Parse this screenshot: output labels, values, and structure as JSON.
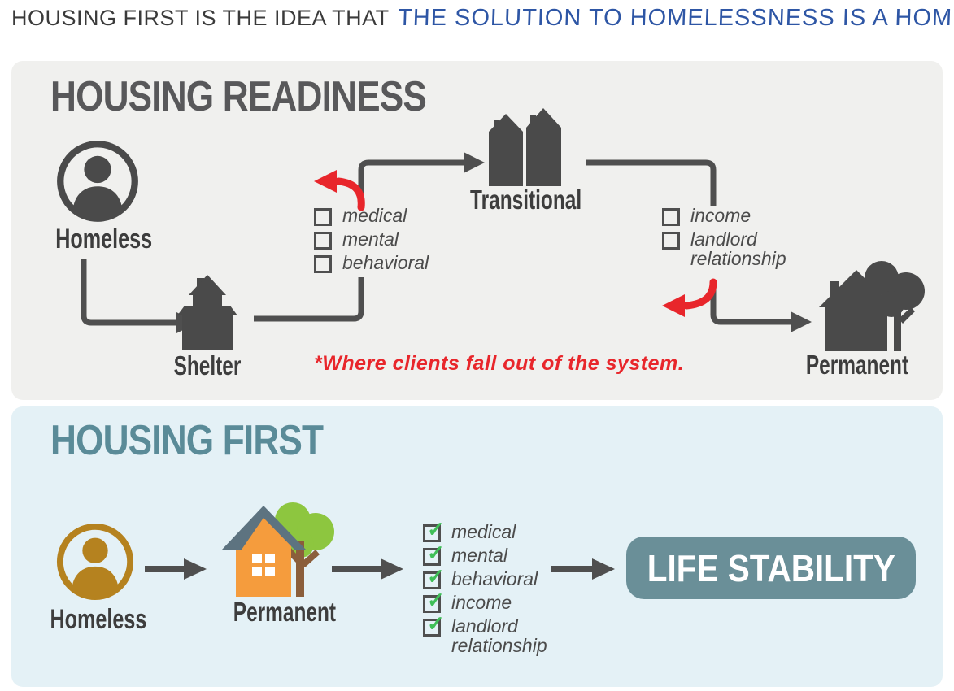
{
  "header": {
    "plain": "HOUSING FIRST IS THE IDEA THAT",
    "highlight": "THE SOLUTION TO HOMELESSNESS IS A HOME",
    "period": "."
  },
  "icons": {
    "checkmark": "✓"
  },
  "readiness": {
    "title": "HOUSING READINESS",
    "nodes": {
      "homeless": "Homeless",
      "shelter": "Shelter",
      "transitional": "Transitional",
      "permanent": "Permanent"
    },
    "checklist_shelter": {
      "items": [
        "medical",
        "mental",
        "behavioral"
      ]
    },
    "checklist_transitional": {
      "items": [
        "income",
        "landlord relationship"
      ]
    },
    "footnote": "*Where clients fall out of the system.",
    "colors": {
      "panel_bg": "#f0f0ee",
      "title": "#58585a",
      "icon_gray": "#4a4a4a",
      "arrow_gray": "#4f4f4f",
      "alert_red": "#e8262b"
    }
  },
  "first": {
    "title": "HOUSING FIRST",
    "nodes": {
      "homeless": "Homeless",
      "permanent": "Permanent"
    },
    "checklist": {
      "items": [
        "medical",
        "mental",
        "behavioral",
        "income",
        "landlord relationship"
      ]
    },
    "badge": "LIFE STABILITY",
    "colors": {
      "panel_bg": "#e4f1f6",
      "title": "#5a8b98",
      "badge_bg": "#6a8f98",
      "badge_text": "#ffffff",
      "person_gold": "#b5821f",
      "house_orange": "#f59c3d",
      "roof_slate": "#5d7380",
      "tree_green": "#8dc63f",
      "trunk_brown": "#8b5e3b",
      "check_green": "#3fbf57"
    }
  }
}
